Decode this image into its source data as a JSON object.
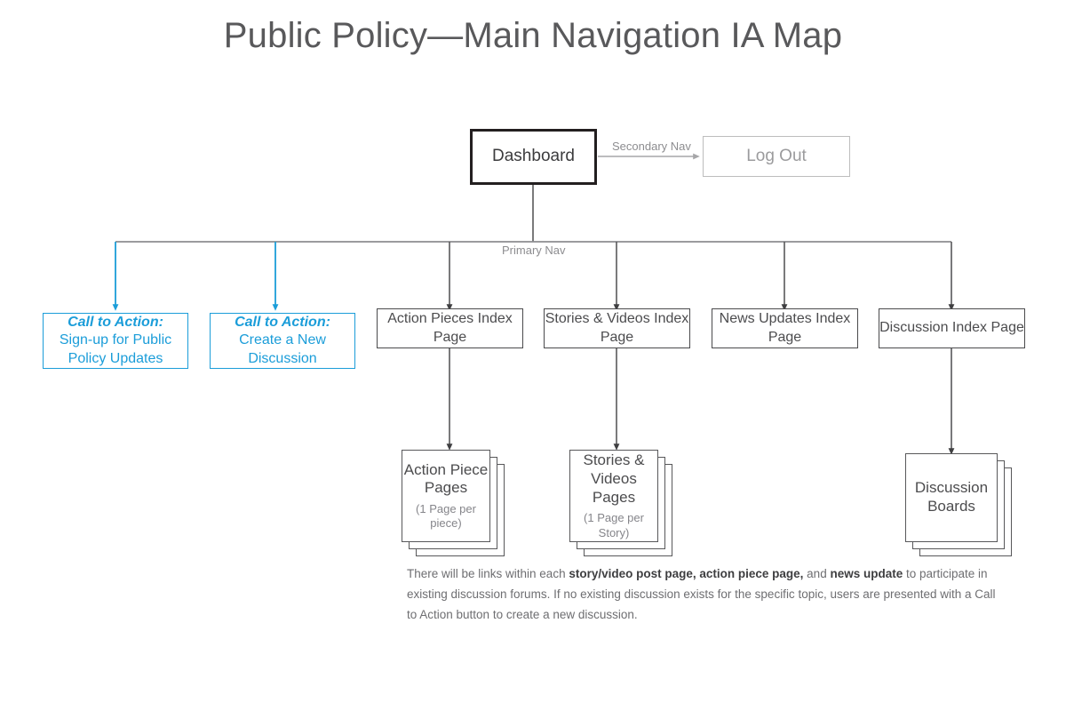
{
  "title": "Public Policy—Main Navigation IA Map",
  "colors": {
    "cta_blue": "#1b9dd9",
    "node_border": "#4a4a4c",
    "dashboard_border": "#231f20",
    "muted_gray": "#9b9b9d",
    "wire_gray": "#58585a",
    "bus_gray": "#8d8d90",
    "title_gray": "#59595b"
  },
  "nodes": {
    "dashboard": {
      "label": "Dashboard"
    },
    "logout": {
      "label": "Log Out"
    },
    "cta_signup": {
      "head": "Call to Action:",
      "body": "Sign-up for Public Policy Updates"
    },
    "cta_discussion": {
      "head": "Call to Action:",
      "body": "Create a New Discussion"
    },
    "index_action": {
      "label": "Action Pieces Index Page"
    },
    "index_stories": {
      "label": "Stories & Videos Index Page"
    },
    "index_news": {
      "label": "News Updates Index Page"
    },
    "index_discussion": {
      "label": "Discussion Index Page"
    }
  },
  "stacks": {
    "action_pages": {
      "title": "Action Piece Pages",
      "sub": "(1 Page per piece)"
    },
    "stories_pages": {
      "title": "Stories & Videos Pages",
      "sub": "(1 Page per Story)"
    },
    "discussion_boards": {
      "title": "Discussion Boards",
      "sub": ""
    }
  },
  "edges": {
    "secondary_nav": "Secondary Nav",
    "primary_nav": "Primary Nav"
  },
  "footnote": {
    "part1": "There will be links within each ",
    "bold1": "story/video post page, action piece page,",
    "part2": " and ",
    "bold2": "news update",
    "part3": " to participate in existing discussion forums. If no existing discussion exists for the specific topic, users are presented with a Call to Action button to create a new discussion."
  }
}
